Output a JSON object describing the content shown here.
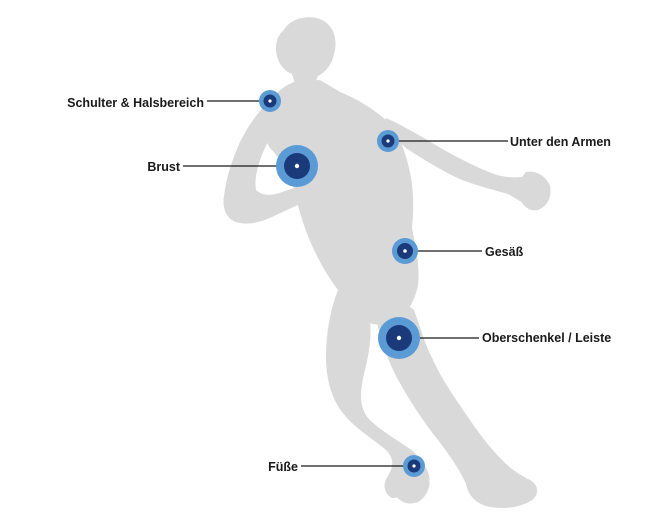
{
  "figure": {
    "silhouette_color": "#d9d9d9",
    "marker_outer_color": "#5b9bd5",
    "marker_inner_color": "#1a3a7a",
    "marker_center_color": "#ffffff",
    "leader_line_color": "#1a1a1a"
  },
  "markers": [
    {
      "id": "schulter",
      "label": "Schulter & Halsbereich",
      "size": "small"
    },
    {
      "id": "brust",
      "label": "Brust",
      "size": "large"
    },
    {
      "id": "unter-den-armen",
      "label": "Unter den Armen",
      "size": "small"
    },
    {
      "id": "gesaess",
      "label": "Gesäß",
      "size": "medium"
    },
    {
      "id": "oberschenkel",
      "label": "Oberschenkel / Leiste",
      "size": "large"
    },
    {
      "id": "fuesse",
      "label": "Füße",
      "size": "small"
    }
  ]
}
